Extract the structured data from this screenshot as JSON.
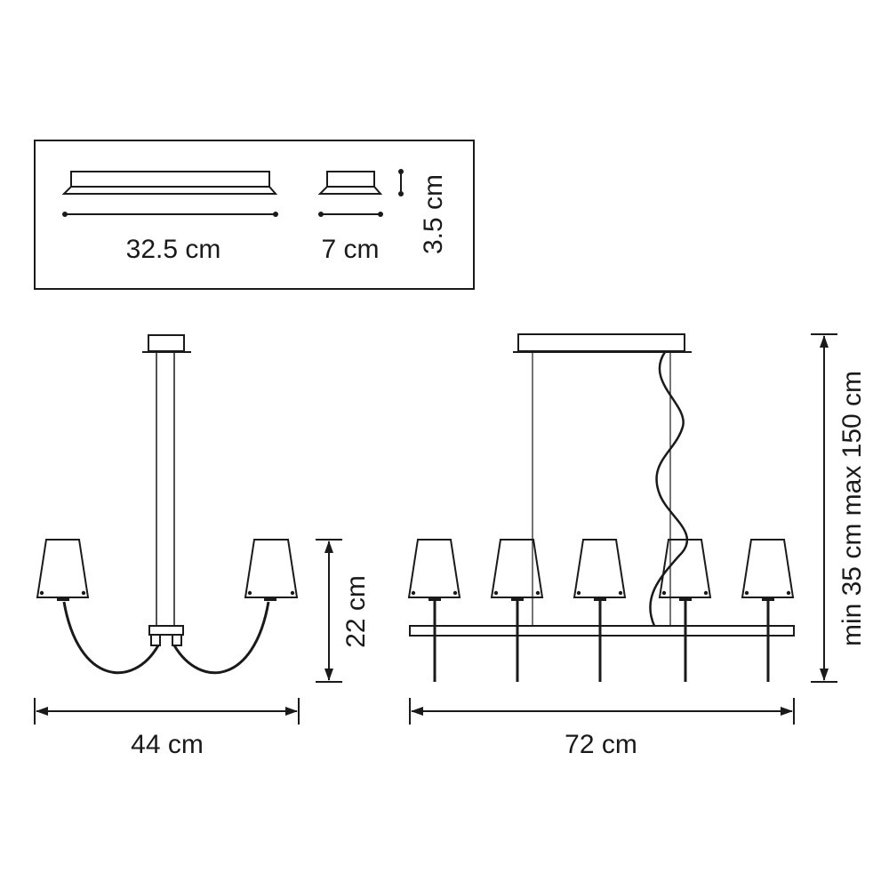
{
  "canopy_box": {
    "width_label": "32.5 cm",
    "depth_label": "7 cm",
    "height_label": "3.5 cm"
  },
  "side_view": {
    "width_label": "44 cm",
    "height_label": "22 cm"
  },
  "front_view": {
    "width_label": "72 cm",
    "drop_label": "min 35 cm max 150 cm"
  },
  "colors": {
    "line": "#1a1a1a",
    "background": "#ffffff"
  }
}
